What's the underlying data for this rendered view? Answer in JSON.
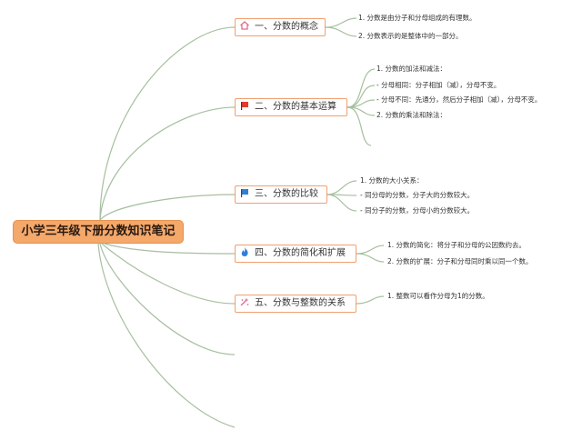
{
  "root": {
    "label": "小学三年级下册分数知识笔记"
  },
  "branches": [
    {
      "label": "一、分数的概念",
      "icon": "home-icon",
      "items": [
        "1. 分数是由分子和分母组成的有理数。",
        "2. 分数表示的是整体中的一部分。"
      ]
    },
    {
      "label": "二、分数的基本运算",
      "icon": "flag-icon",
      "items": [
        "1. 分数的加法和减法：",
        "- 分母相同：分子相加（减），分母不变。",
        "- 分母不同：先通分，然后分子相加（减），分母不变。",
        "2. 分数的乘法和除法："
      ]
    },
    {
      "label": "三、分数的比较",
      "icon": "blue-flag-icon",
      "items": [
        "1. 分数的大小关系：",
        "- 同分母的分数，分子大的分数较大。",
        "- 同分子的分数，分母小的分数较大。"
      ]
    },
    {
      "label": "四、分数的简化和扩展",
      "icon": "fire-icon",
      "items": [
        "1. 分数的简化：将分子和分母的公因数约去。",
        "2. 分数的扩展：分子和分母同时乘以同一个数。"
      ]
    },
    {
      "label": "五、分数与整数的关系",
      "icon": "sparkle-icon",
      "items": [
        "1. 整数可以看作分母为1的分数。"
      ]
    }
  ],
  "colors": {
    "line": "#a7bfa0",
    "branch_border": "#f0a070",
    "root_fill": "#f4a86a"
  }
}
